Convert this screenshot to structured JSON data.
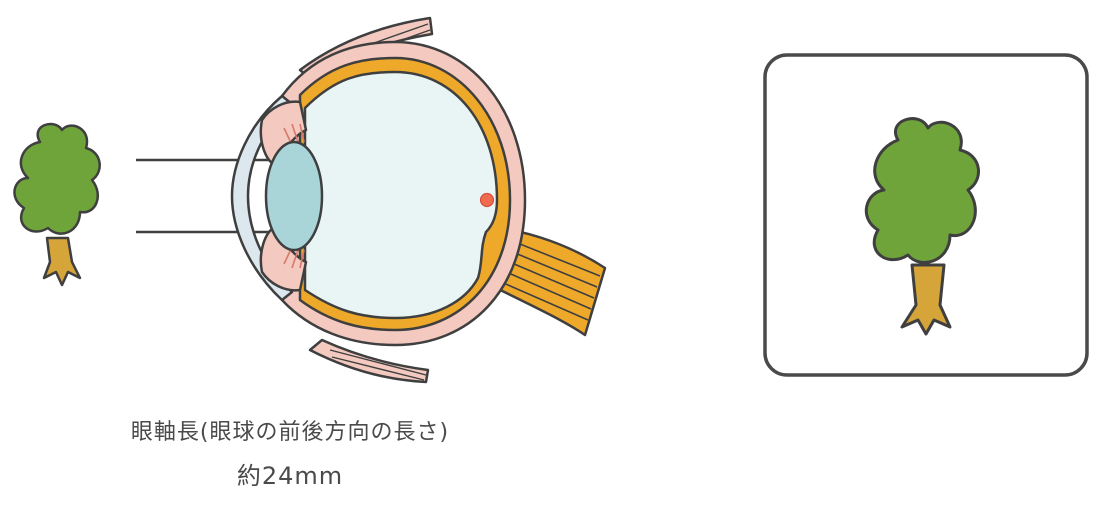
{
  "caption": {
    "line1": "眼軸長(眼球の前後方向の長さ)",
    "line2": "約24mm"
  },
  "colors": {
    "outline": "#3f3f3f",
    "sclera": "#f3c9c0",
    "eyeball_interior": "#e9f4f4",
    "retina": "#eea92b",
    "lens": "#a9d4d8",
    "cornea": "#dce8ee",
    "optic_nerve": "#eea92b",
    "tree_foliage": "#6fa43b",
    "tree_trunk": "#d6a53a",
    "focal_point": "#f06a4e",
    "image_frame": "#4a4a4a"
  },
  "icons": {
    "object": "tree-icon",
    "image": "tree-icon",
    "eye": "eye-cross-section"
  }
}
